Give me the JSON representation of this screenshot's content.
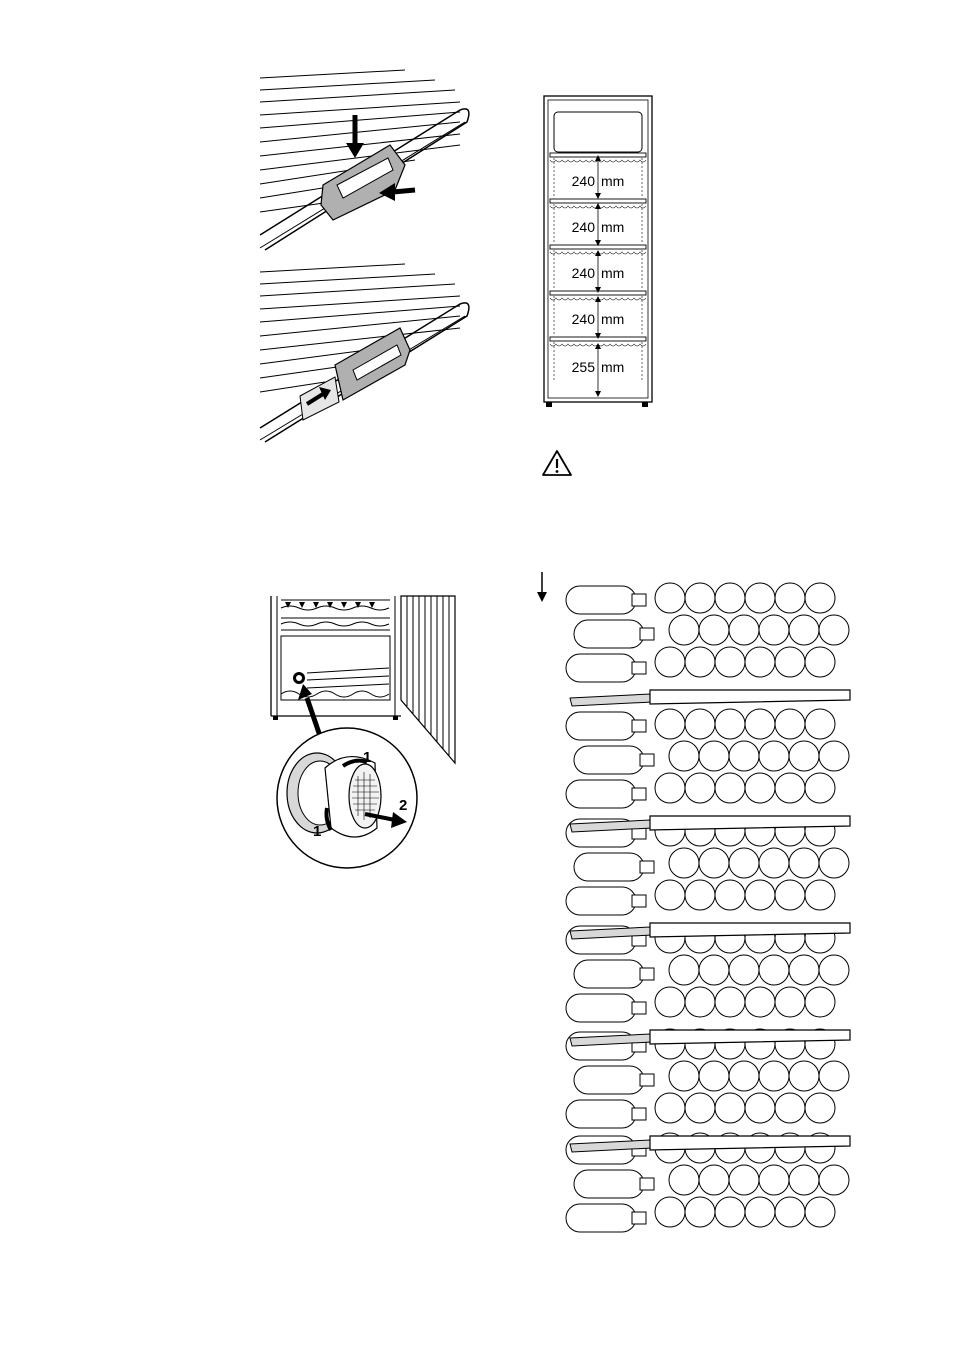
{
  "cabinet": {
    "unit": "mm",
    "compartments": [
      {
        "value": "240"
      },
      {
        "value": "240"
      },
      {
        "value": "240"
      },
      {
        "value": "240"
      },
      {
        "value": "255"
      }
    ]
  },
  "filter": {
    "step_one": "1",
    "step_one_b": "1",
    "step_two": "2"
  },
  "warning": {
    "icon": "warning-triangle-icon"
  }
}
